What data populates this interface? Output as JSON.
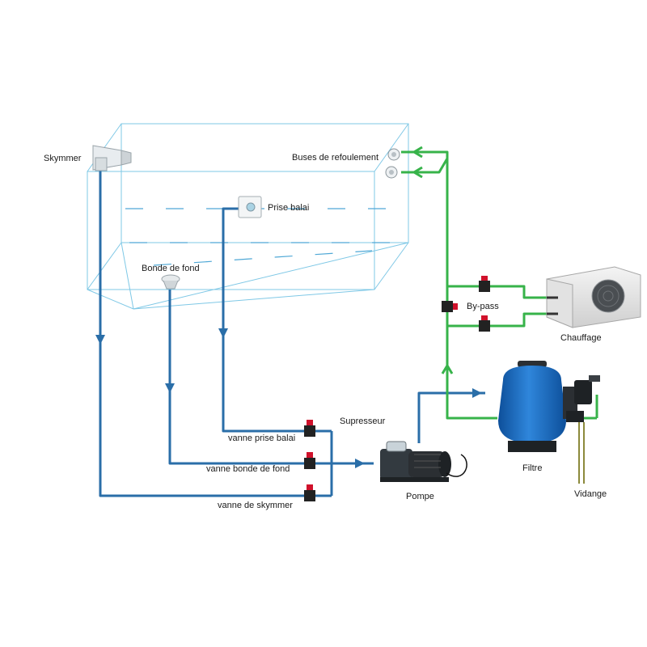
{
  "labels": {
    "skimmer": "Skymmer",
    "return_jets": "Buses de refoulement",
    "vacuum_inlet": "Prise balai",
    "main_drain": "Bonde de fond",
    "booster": "Supresseur",
    "valve_vacuum": "vanne prise balai",
    "valve_main_drain": "vanne bonde de fond",
    "valve_skimmer": "vanne de skymmer",
    "pump": "Pompe",
    "filter": "Filtre",
    "drain": "Vidange",
    "bypass": "By-pass",
    "heating": "Chauffage"
  },
  "colors": {
    "suction_pipe": "#2a6ea8",
    "return_pipe": "#37b34a",
    "drain_pipe": "#8c8a3c",
    "basin_outline": "#7fc8e6",
    "valve_handle": "#d0112b",
    "filter_body": "#1f6fc4"
  },
  "icons": {
    "skimmer": "skimmer-icon",
    "return_jet": "nozzle-icon",
    "vacuum_inlet": "wall-inlet-icon",
    "main_drain": "floor-drain-icon",
    "valve": "valve-icon",
    "pump": "pump-icon",
    "filter": "sand-filter-icon",
    "heat_pump": "heat-pump-icon"
  }
}
